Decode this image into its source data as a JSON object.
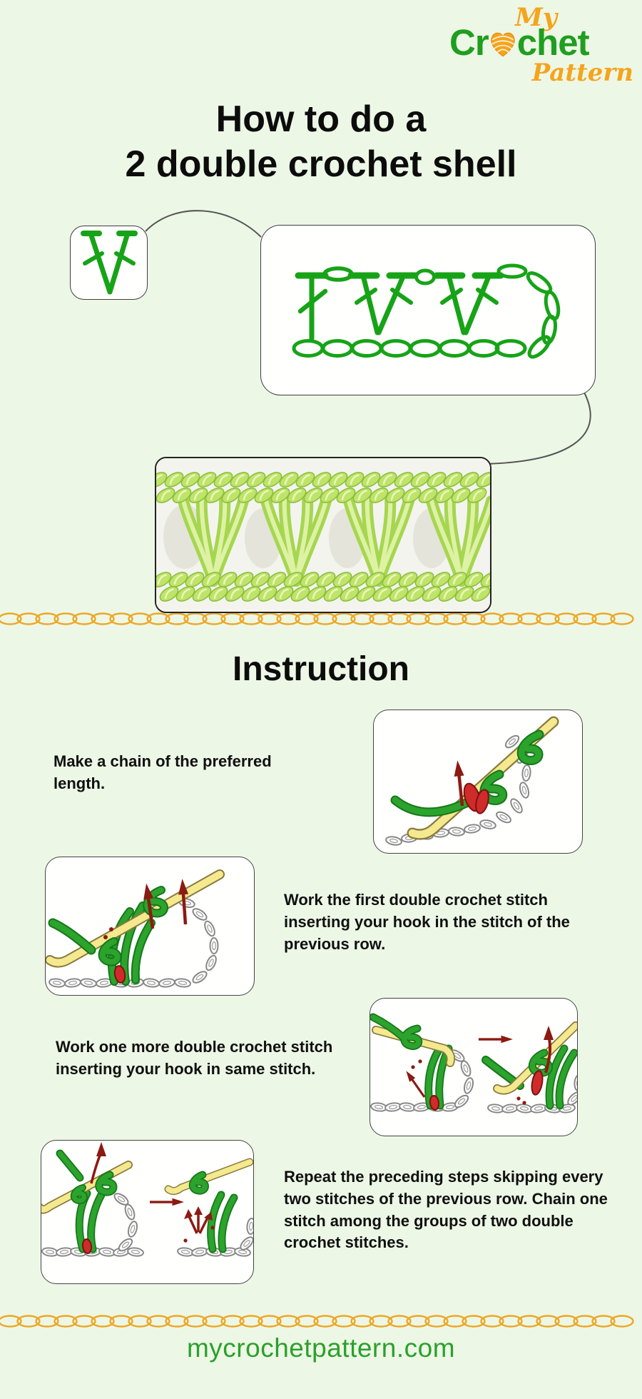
{
  "logo": {
    "my": "My",
    "crochet_prefix": "Cr",
    "crochet_suffix": "chet",
    "pattern": "Pattern",
    "heart_icon": "yarn-heart-icon",
    "green": "#1f9e1f",
    "orange": "#f5a41c"
  },
  "title": {
    "line1": "How to do a",
    "line2": "2 double crochet shell"
  },
  "diagram": {
    "small_symbol_icon": "two-double-crochet-shell-symbol",
    "chart_icon": "crochet-chart-row-with-chains",
    "photo_icon": "shell-stitch-swatch-photo",
    "symbol_color": "#17a317"
  },
  "section": {
    "heading": "Instruction"
  },
  "steps": [
    {
      "text": "Make a chain of the preferred length.",
      "image_icon": "chain-start-illustration",
      "layout": "text-left-image-right"
    },
    {
      "text": "Work the first double crochet stitch inserting your hook in the stitch of the previous row.",
      "image_icon": "first-double-crochet-illustration",
      "layout": "image-left-text-right"
    },
    {
      "text": "Work one more double crochet stitch inserting your hook in same stitch.",
      "image_icon": "second-double-crochet-same-stitch-illustration",
      "layout": "text-left-image-right"
    },
    {
      "text": "Repeat the preceding steps skipping every two stitches of the previous row. Chain one stitch among the groups of two double crochet stitches.",
      "image_icon": "repeat-shell-groups-illustration",
      "layout": "image-left-text-right"
    }
  ],
  "footer": {
    "website": "mycrochetpattern.com"
  },
  "colors": {
    "background": "#edf7e6",
    "chart_green": "#17a317",
    "chain_divider_gold": "#eda724",
    "title_black": "#0c0c0c",
    "footer_green": "#2aa12a",
    "hook_yellow": "#f4e98f",
    "yarn_green": "#2ca32c",
    "loop_red": "#cf2b2b",
    "arrow_dark_red": "#8c1a12"
  }
}
